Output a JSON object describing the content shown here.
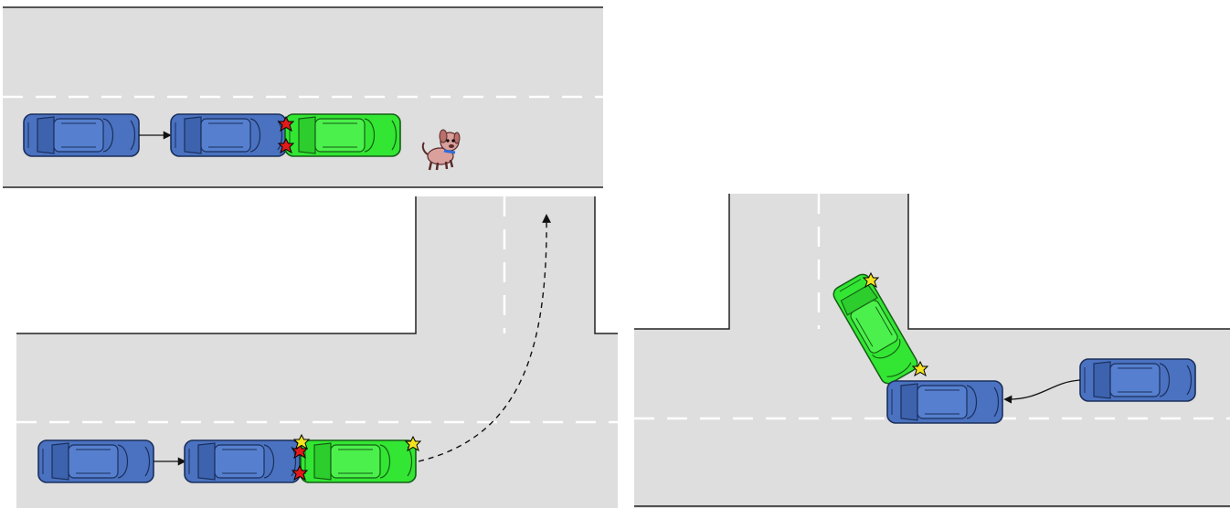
{
  "colors": {
    "road": "#dedede",
    "road_edge": "#222222",
    "lane_marking": "#ffffff",
    "background": "#ffffff",
    "car_blue": "#4a72c0",
    "car_blue_dark": "#2c4f95",
    "car_green": "#33e633",
    "car_green_dark": "#1f9a1f",
    "brake_light": "#e21a1a",
    "signal_light": "#f4e320",
    "arrow": "#111111"
  },
  "scenes": [
    {
      "id": "scene-1",
      "description_icons": [
        "blue-car-icon",
        "blue-car-icon",
        "green-car-icon",
        "dog-icon"
      ]
    },
    {
      "id": "scene-2",
      "description_icons": [
        "blue-car-icon",
        "blue-car-icon",
        "green-car-icon",
        "dashed-turn-arrow"
      ]
    },
    {
      "id": "scene-3",
      "description_icons": [
        "green-car-icon",
        "blue-car-icon",
        "blue-car-icon",
        "curved-arrow"
      ]
    }
  ]
}
